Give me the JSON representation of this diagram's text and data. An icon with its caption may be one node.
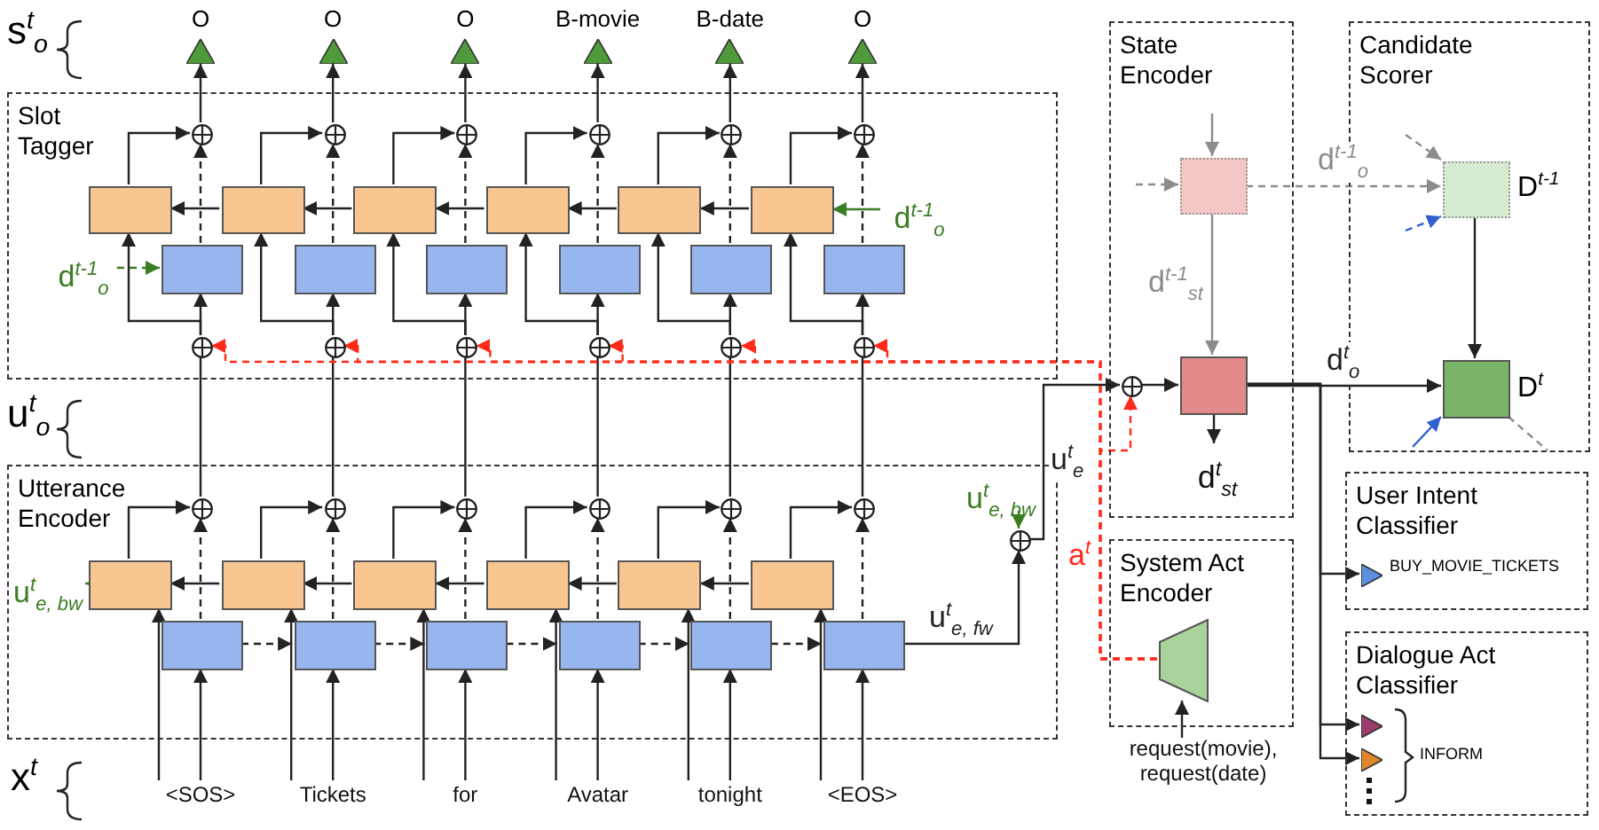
{
  "diagram": {
    "nodes": [
      {
        "text": [],
        "shape": "triangle",
        "beside": [
          "O"
        ]
      },
      {
        "text": [],
        "shape": "triangle",
        "beside": [
          "O"
        ]
      },
      {
        "text": [],
        "shape": "triangle",
        "beside": [
          "O"
        ]
      },
      {
        "text": [],
        "shape": "triangle",
        "beside": [
          "B-movie"
        ]
      },
      {
        "text": [],
        "shape": "triangle",
        "beside": [
          "B-date"
        ]
      },
      {
        "text": [],
        "shape": "triangle",
        "beside": [
          "O"
        ]
      },
      {
        "text": [
          "Slot Tagger"
        ]
      },
      {
        "text": [],
        "shape": "circle",
        "in": 6
      },
      {
        "text": [],
        "shape": "circle",
        "in": 6
      },
      {
        "text": [],
        "shape": "circle",
        "in": 6
      },
      {
        "text": [],
        "shape": "circle",
        "in": 6
      },
      {
        "text": [],
        "shape": "circle",
        "in": 6
      },
      {
        "text": [],
        "shape": "circle",
        "in": 6
      },
      {
        "text": [],
        "shape": "box",
        "in": 6
      },
      {
        "text": [],
        "shape": "box",
        "in": 6
      },
      {
        "text": [],
        "shape": "box",
        "in": 6
      },
      {
        "text": [],
        "shape": "box",
        "in": 6
      },
      {
        "text": [],
        "shape": "box",
        "in": 6
      },
      {
        "text": [],
        "shape": "box",
        "in": 6
      },
      {
        "text": [
          "d$^{t-1}$$_{o}$"
        ],
        "in": 6
      },
      {
        "text": [
          "d$^{t-1}$$_{o}$"
        ],
        "in": 6
      },
      {
        "text": [],
        "shape": "box",
        "in": 6
      },
      {
        "text": [],
        "shape": "box",
        "in": 6
      },
      {
        "text": [],
        "shape": "box",
        "in": 6
      },
      {
        "text": [],
        "shape": "box",
        "in": 6
      },
      {
        "text": [],
        "shape": "box",
        "in": 6
      },
      {
        "text": [],
        "shape": "box",
        "in": 6
      },
      {
        "text": [],
        "shape": "circle",
        "in": 6
      },
      {
        "text": [],
        "shape": "circle",
        "in": 6
      },
      {
        "text": [],
        "shape": "circle",
        "in": 6
      },
      {
        "text": [],
        "shape": "circle",
        "in": 6
      },
      {
        "text": [],
        "shape": "circle",
        "in": 6
      },
      {
        "text": [],
        "shape": "circle",
        "in": 6
      },
      {
        "text": [
          "Utterance Encoder"
        ]
      },
      {
        "text": [],
        "shape": "circle",
        "in": 33
      },
      {
        "text": [],
        "shape": "circle",
        "in": 33
      },
      {
        "text": [],
        "shape": "circle",
        "in": 33
      },
      {
        "text": [],
        "shape": "circle",
        "in": 33
      },
      {
        "text": [],
        "shape": "circle",
        "in": 33
      },
      {
        "text": [],
        "shape": "circle",
        "in": 33
      },
      {
        "text": [
          "u$^{t}$$_{e, bw}$"
        ],
        "in": 33
      },
      {
        "text": [],
        "shape": "box",
        "in": 33
      },
      {
        "text": [],
        "shape": "box",
        "in": 33
      },
      {
        "text": [],
        "shape": "box",
        "in": 33
      },
      {
        "text": [],
        "shape": "box",
        "in": 33
      },
      {
        "text": [],
        "shape": "box",
        "in": 33
      },
      {
        "text": [],
        "shape": "box",
        "in": 33
      },
      {
        "text": [],
        "shape": "box",
        "in": 33
      },
      {
        "text": [],
        "shape": "box",
        "in": 33
      },
      {
        "text": [],
        "shape": "box",
        "in": 33
      },
      {
        "text": [],
        "shape": "box",
        "in": 33
      },
      {
        "text": [],
        "shape": "box",
        "in": 33
      },
      {
        "text": [],
        "shape": "box",
        "in": 33
      },
      {
        "text": [
          "<SOS>"
        ]
      },
      {
        "text": [
          "Tickets"
        ]
      },
      {
        "text": [
          "for"
        ]
      },
      {
        "text": [
          "Avatar"
        ]
      },
      {
        "text": [
          "tonight"
        ]
      },
      {
        "text": [
          "<EOS>"
        ]
      },
      {
        "text": [
          "State Encoder"
        ]
      },
      {
        "text": [],
        "shape": "box",
        "in": 59
      },
      {
        "text": [],
        "shape": "circle",
        "in": 59
      },
      {
        "text": [],
        "shape": "box",
        "in": 59
      },
      {
        "text": [
          "d$^{t}$$_{st}$"
        ],
        "in": 59
      },
      {
        "text": [
          "Candidate Scorer"
        ]
      },
      {
        "text": [],
        "shape": "box",
        "in": 64,
        "beside": [
          "D$^{t-1}$"
        ]
      },
      {
        "text": [],
        "shape": "box",
        "in": 64,
        "beside": [
          "D$^{t}$"
        ]
      },
      {
        "text": [
          "u$^{t}$$_{e, bw}$"
        ],
        "in": 33
      },
      {
        "text": [],
        "shape": "circle",
        "in": 33
      },
      {
        "text": [
          "System Act Encoder"
        ]
      },
      {
        "text": [],
        "shape": "trapezoid",
        "in": 69
      },
      {
        "text": [
          "request(movie), request(date)"
        ]
      },
      {
        "text": [
          "User Intent Classifier"
        ]
      },
      {
        "text": [],
        "shape": "triangle",
        "in": 72,
        "beside": [
          "BUY_MOVIE_TICKETS"
        ]
      },
      {
        "text": [
          "Dialogue Act Classifier"
        ]
      },
      {
        "text": [],
        "shape": "triangle",
        "in": 74
      },
      {
        "text": [],
        "shape": "triangle",
        "in": 74
      }
    ],
    "edges": [
      {
        "from": 53,
        "to": 47,
        "arrow": "to"
      },
      {
        "from": 53,
        "to": 41,
        "arrow": "to"
      },
      {
        "from": 47,
        "to": 34,
        "arrow": "to",
        "style": "dashed"
      },
      {
        "from": 41,
        "to": 34,
        "arrow": "to"
      },
      {
        "from": 34,
        "to": 27,
        "arrow": "none"
      },
      {
        "from": 27,
        "to": 21,
        "arrow": "to"
      },
      {
        "from": 27,
        "to": 13,
        "arrow": "to"
      },
      {
        "from": 21,
        "to": 7,
        "arrow": "to",
        "style": "dashed"
      },
      {
        "from": 13,
        "to": 7,
        "arrow": "to"
      },
      {
        "from": 7,
        "to": 0,
        "arrow": "to"
      },
      {
        "from": 54,
        "to": 48,
        "arrow": "to"
      },
      {
        "from": 54,
        "to": 42,
        "arrow": "to"
      },
      {
        "from": 48,
        "to": 35,
        "arrow": "to",
        "style": "dashed"
      },
      {
        "from": 42,
        "to": 35,
        "arrow": "to"
      },
      {
        "from": 35,
        "to": 28,
        "arrow": "none"
      },
      {
        "from": 28,
        "to": 22,
        "arrow": "to"
      },
      {
        "from": 28,
        "to": 14,
        "arrow": "to"
      },
      {
        "from": 22,
        "to": 8,
        "arrow": "to",
        "style": "dashed"
      },
      {
        "from": 14,
        "to": 8,
        "arrow": "to"
      },
      {
        "from": 8,
        "to": 1,
        "arrow": "to"
      },
      {
        "from": 55,
        "to": 49,
        "arrow": "to"
      },
      {
        "from": 55,
        "to": 43,
        "arrow": "to"
      },
      {
        "from": 49,
        "to": 36,
        "arrow": "to",
        "style": "dashed"
      },
      {
        "from": 43,
        "to": 36,
        "arrow": "to"
      },
      {
        "from": 36,
        "to": 29,
        "arrow": "none"
      },
      {
        "from": 29,
        "to": 23,
        "arrow": "to"
      },
      {
        "from": 29,
        "to": 15,
        "arrow": "to"
      },
      {
        "from": 23,
        "to": 9,
        "arrow": "to",
        "style": "dashed"
      },
      {
        "from": 15,
        "to": 9,
        "arrow": "to"
      },
      {
        "from": 9,
        "to": 2,
        "arrow": "to"
      },
      {
        "from": 56,
        "to": 50,
        "arrow": "to"
      },
      {
        "from": 56,
        "to": 44,
        "arrow": "to"
      },
      {
        "from": 50,
        "to": 37,
        "arrow": "to",
        "style": "dashed"
      },
      {
        "from": 44,
        "to": 37,
        "arrow": "to"
      },
      {
        "from": 37,
        "to": 30,
        "arrow": "none"
      },
      {
        "from": 30,
        "to": 24,
        "arrow": "to"
      },
      {
        "from": 30,
        "to": 16,
        "arrow": "to"
      },
      {
        "from": 24,
        "to": 10,
        "arrow": "to",
        "style": "dashed"
      },
      {
        "from": 16,
        "to": 10,
        "arrow": "to"
      },
      {
        "from": 10,
        "to": 3,
        "arrow": "to"
      },
      {
        "from": 57,
        "to": 51,
        "arrow": "to"
      },
      {
        "from": 57,
        "to": 45,
        "arrow": "to"
      },
      {
        "from": 51,
        "to": 38,
        "arrow": "to",
        "style": "dashed"
      },
      {
        "from": 45,
        "to": 38,
        "arrow": "to"
      },
      {
        "from": 38,
        "to": 31,
        "arrow": "none"
      },
      {
        "from": 31,
        "to": 25,
        "arrow": "to"
      },
      {
        "from": 31,
        "to": 17,
        "arrow": "to"
      },
      {
        "from": 25,
        "to": 11,
        "arrow": "to",
        "style": "dashed"
      },
      {
        "from": 17,
        "to": 11,
        "arrow": "to"
      },
      {
        "from": 11,
        "to": 4,
        "arrow": "to"
      },
      {
        "from": 58,
        "to": 52,
        "arrow": "to"
      },
      {
        "from": 58,
        "to": 46,
        "arrow": "to"
      },
      {
        "from": 52,
        "to": 39,
        "arrow": "to",
        "style": "dashed"
      },
      {
        "from": 46,
        "to": 39,
        "arrow": "to"
      },
      {
        "from": 39,
        "to": 32,
        "arrow": "none"
      },
      {
        "from": 32,
        "to": 26,
        "arrow": "to"
      },
      {
        "from": 32,
        "to": 18,
        "arrow": "to"
      },
      {
        "from": 26,
        "to": 12,
        "arrow": "to",
        "style": "dashed"
      },
      {
        "from": 18,
        "to": 12,
        "arrow": "to"
      },
      {
        "from": 12,
        "to": 5,
        "arrow": "to"
      },
      {
        "from": 47,
        "to": 48,
        "arrow": "to",
        "style": "dashed"
      },
      {
        "from": 48,
        "to": 49,
        "arrow": "to",
        "style": "dashed"
      },
      {
        "from": 49,
        "to": 50,
        "arrow": "to",
        "style": "dashed"
      },
      {
        "from": 50,
        "to": 51,
        "arrow": "to",
        "style": "dashed"
      },
      {
        "from": 51,
        "to": 52,
        "arrow": "to",
        "style": "dashed"
      },
      {
        "from": 42,
        "to": 41,
        "arrow": "to"
      },
      {
        "from": 43,
        "to": 42,
        "arrow": "to"
      },
      {
        "from": 44,
        "to": 43,
        "arrow": "to"
      },
      {
        "from": 45,
        "to": 44,
        "arrow": "to"
      },
      {
        "from": 46,
        "to": 45,
        "arrow": "to"
      },
      {
        "from": 14,
        "to": 13,
        "arrow": "to"
      },
      {
        "from": 15,
        "to": 14,
        "arrow": "to"
      },
      {
        "from": 16,
        "to": 15,
        "arrow": "to"
      },
      {
        "from": 17,
        "to": 16,
        "arrow": "to"
      },
      {
        "from": 18,
        "to": 17,
        "arrow": "to"
      },
      {
        "from": 41,
        "to": 40,
        "arrow": "to",
        "color": "#3a7d22"
      },
      {
        "from": 20,
        "to": 21,
        "arrow": "to",
        "style": "dashed",
        "color": "#3a7d22"
      },
      {
        "from": 19,
        "to": 18,
        "arrow": "to",
        "color": "#3a7d22"
      },
      {
        "from": 67,
        "to": 68,
        "arrow": "to",
        "color": "#3a7d22"
      },
      {
        "from": 52,
        "to": 68,
        "arrow": "to",
        "label": "u$^{t}$$_{e, fw}$"
      },
      {
        "from": 68,
        "to": 61,
        "arrow": "to",
        "label": "u$^{t}$$_{e}$"
      },
      {
        "from": 70,
        "to": 27,
        "arrow": "to",
        "style": "dashed",
        "color": "#ff2a1a"
      },
      {
        "from": 70,
        "to": 28,
        "arrow": "to",
        "style": "dashed",
        "color": "#ff2a1a"
      },
      {
        "from": 70,
        "to": 29,
        "arrow": "to",
        "style": "dashed",
        "color": "#ff2a1a"
      },
      {
        "from": 70,
        "to": 30,
        "arrow": "to",
        "style": "dashed",
        "color": "#ff2a1a"
      },
      {
        "from": 70,
        "to": 31,
        "arrow": "to",
        "style": "dashed",
        "color": "#ff2a1a"
      },
      {
        "from": 70,
        "to": 32,
        "arrow": "to",
        "style": "dashed",
        "color": "#ff2a1a"
      },
      {
        "from": 70,
        "to": 61,
        "arrow": "to",
        "style": "dashed",
        "color": "#ff2a1a",
        "label": "a$^{t}$"
      },
      {
        "from": 61,
        "to": 62,
        "arrow": "to"
      },
      {
        "from": 62,
        "to": 63,
        "arrow": "to"
      },
      {
        "from": null,
        "to": 60,
        "arrow": "to",
        "color": "#8c8c8c"
      },
      {
        "from": null,
        "to": 60,
        "arrow": "to",
        "style": "dashed",
        "color": "#8c8c8c"
      },
      {
        "from": 60,
        "to": 62,
        "arrow": "to",
        "color": "#8c8c8c",
        "label": "d$^{t-1}$$_{st}$"
      },
      {
        "from": 60,
        "to": 65,
        "arrow": "to",
        "style": "dashed",
        "color": "#8c8c8c",
        "label": "d$^{t-1}$$_{o}$"
      },
      {
        "from": null,
        "to": 65,
        "arrow": "to",
        "style": "dashed",
        "color": "#8c8c8c"
      },
      {
        "from": null,
        "to": 65,
        "arrow": "to",
        "style": "dashed",
        "color": "#2f5fd0"
      },
      {
        "from": 65,
        "to": 66,
        "arrow": "to"
      },
      {
        "from": 62,
        "to": 66,
        "arrow": "to",
        "label": "d$^{t}$$_{o}$"
      },
      {
        "from": null,
        "to": 66,
        "arrow": "to",
        "color": "#2f5fd0"
      },
      {
        "from": 66,
        "to": null,
        "arrow": "none",
        "style": "dashed",
        "color": "#8c8c8c"
      },
      {
        "from": 62,
        "to": 73,
        "arrow": "to"
      },
      {
        "from": 62,
        "to": 75,
        "arrow": "to"
      },
      {
        "from": 62,
        "to": 76,
        "arrow": "to"
      },
      {
        "from": 71,
        "to": 70,
        "arrow": "to"
      }
    ],
    "labels": [
      "s$^{t}$$_{o}$",
      "u$^{t}$$_{o}$",
      "x$^{t}$",
      "INFORM"
    ]
  }
}
